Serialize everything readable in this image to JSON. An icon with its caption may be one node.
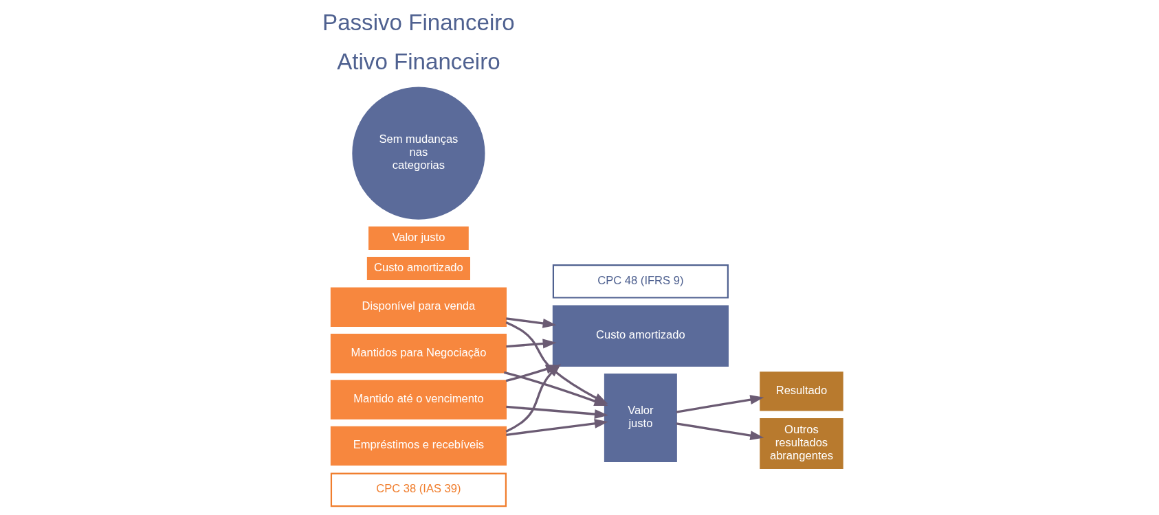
{
  "diagram": {
    "nodes": [
      {
        "text": [
          "CPC 38 (IAS 39)"
        ]
      },
      {
        "text": [
          "Mantido até o vencimento"
        ]
      },
      {
        "text": [
          "Empréstimos e recebíveis"
        ]
      },
      {
        "text": [
          "Disponível para venda"
        ]
      },
      {
        "text": [
          "Mantidos para Negociação"
        ]
      },
      {
        "text": [
          "CPC 48 (IFRS 9)"
        ]
      },
      {
        "text": [
          "Custo amortizado"
        ]
      },
      {
        "text": [
          "Valor justo"
        ]
      },
      {
        "text": [
          "Resultado"
        ]
      },
      {
        "text": [
          "Outros resultados abrangentes"
        ]
      },
      {
        "text": [
          "Custo amortizado"
        ]
      },
      {
        "text": [
          "Valor justo"
        ]
      },
      {
        "text": [
          "Sem mudanças nas categorias"
        ]
      }
    ],
    "edges": [
      {
        "from": 1,
        "to": 6,
        "arrow": "to"
      },
      {
        "from": 1,
        "to": 7,
        "arrow": "to"
      },
      {
        "from": 2,
        "to": 6,
        "arrow": "to"
      },
      {
        "from": 2,
        "to": 7,
        "arrow": "to"
      },
      {
        "from": 3,
        "to": 6,
        "arrow": "to"
      },
      {
        "from": 3,
        "to": 7,
        "arrow": "to"
      },
      {
        "from": 4,
        "to": 6,
        "arrow": "to"
      },
      {
        "from": 4,
        "to": 7,
        "arrow": "to"
      },
      {
        "from": 7,
        "to": 8,
        "arrow": "to"
      },
      {
        "from": 7,
        "to": 9,
        "arrow": "to"
      }
    ],
    "labels": [
      "Ativo Financeiro",
      "Passivo Financeiro"
    ]
  }
}
